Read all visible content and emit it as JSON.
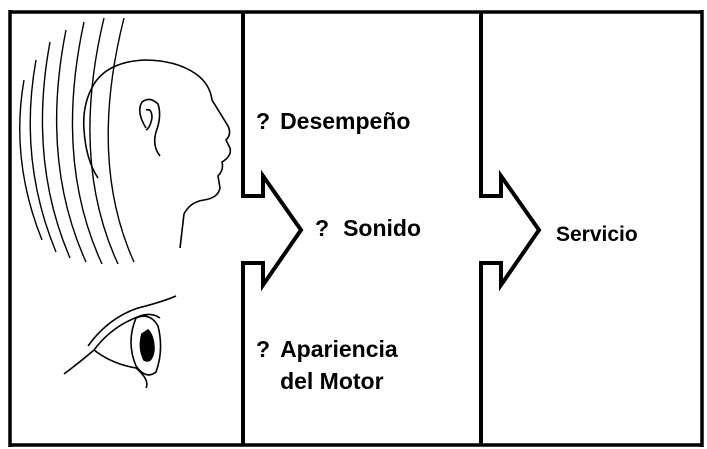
{
  "diagram": {
    "labels": {
      "performance": {
        "marker": "?",
        "text": "Desempeño"
      },
      "sound": {
        "marker": "?",
        "text": "Sonido"
      },
      "appearance": {
        "marker": "?",
        "line1": "Apariencia",
        "line2": "del Motor"
      },
      "service": {
        "text": "Servicio"
      }
    },
    "icons": {
      "head": "head-with-sound-waves-icon",
      "eye": "eye-icon"
    },
    "colors": {
      "ink": "#000000",
      "background": "#ffffff"
    }
  }
}
